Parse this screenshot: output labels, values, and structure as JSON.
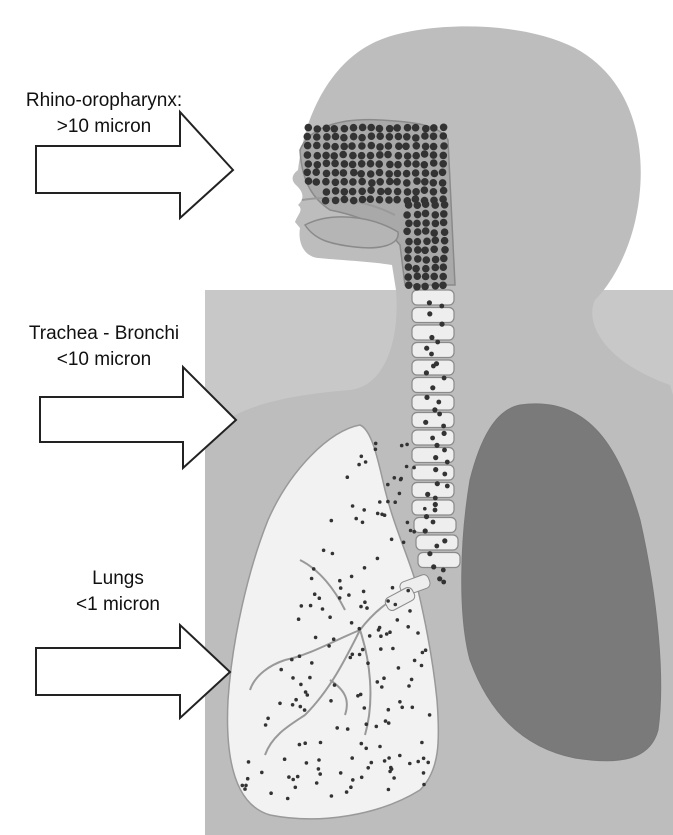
{
  "labels": {
    "upper": {
      "line1": "Rhino-oropharynx:",
      "line2": ">10 micron"
    },
    "middle": {
      "line1": "Trachea - Bronchi",
      "line2": "<10 micron"
    },
    "lower": {
      "line1": "Lungs",
      "line2": "<1 micron"
    }
  },
  "colors": {
    "background": "#ffffff",
    "body_silhouette": "#bdbdbd",
    "torso_panel": "#c8c8c8",
    "left_lung": "#7a7a7a",
    "right_lung": "#f2f2f2",
    "particle": "#333333",
    "arrow_outline": "#222222"
  }
}
